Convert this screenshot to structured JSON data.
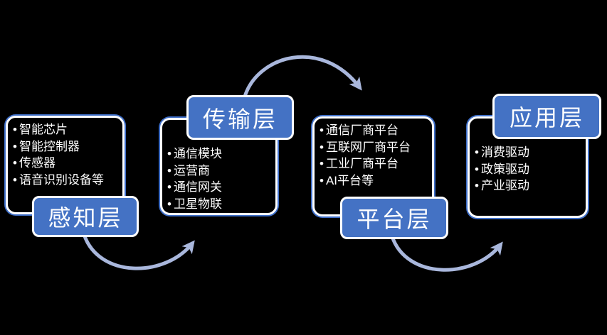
{
  "diagram": {
    "description": "Four-layer architecture flow diagram",
    "colors": {
      "background": "#000000",
      "label_fill": "#4472C4",
      "label_text": "#FFFFFF",
      "box_fill": "#000000",
      "box_border_inner": "#FFFFFF",
      "box_border_outer": "#3E6EC8",
      "bullet_text": "#FFFFFF",
      "arrow": "#A9B7DC"
    },
    "groups": [
      {
        "id": "perception",
        "label": "感知层",
        "label_position": "bottom",
        "items": [
          "智能芯片",
          "智能控制器",
          "传感器",
          "语音识别设备等"
        ]
      },
      {
        "id": "transmission",
        "label": "传输层",
        "label_position": "top",
        "items": [
          "通信模块",
          "运营商",
          "通信网关",
          "卫星物联"
        ]
      },
      {
        "id": "platform",
        "label": "平台层",
        "label_position": "bottom",
        "items": [
          "通信厂商平台",
          "互联网厂商平台",
          "工业厂商平台",
          "AI平台等"
        ]
      },
      {
        "id": "application",
        "label": "应用层",
        "label_position": "top",
        "items": [
          "消费驱动",
          "政策驱动",
          "产业驱动"
        ]
      }
    ],
    "arrows": [
      {
        "from": "感知层",
        "to": "传输层",
        "shape": "arc-below"
      },
      {
        "from": "传输层",
        "to": "平台层",
        "shape": "arc-above"
      },
      {
        "from": "平台层",
        "to": "应用层",
        "shape": "arc-below"
      }
    ]
  }
}
